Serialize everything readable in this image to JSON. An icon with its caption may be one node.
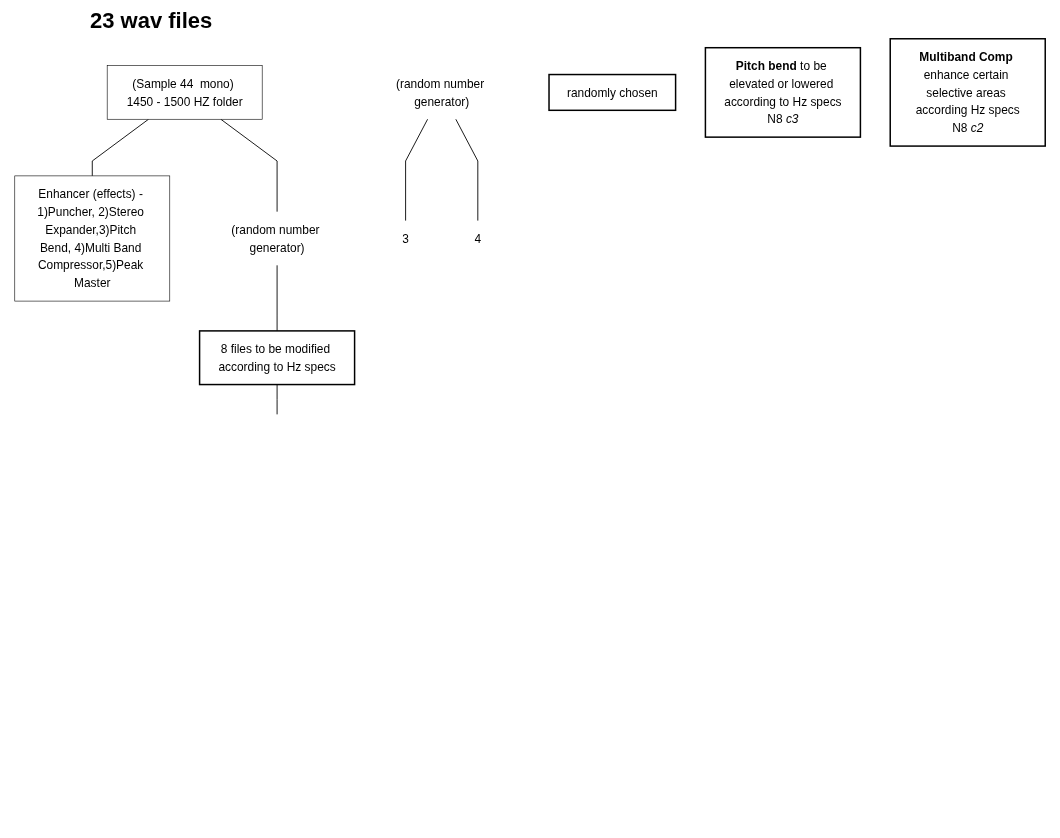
{
  "diagram": {
    "title": "23 wav files",
    "nodes": [
      {
        "text": [
          "(Sample 44  mono) 1450 - 1500 HZ folder"
        ]
      },
      {
        "text": [
          "Enhancer (effects) - 1)Puncher, 2)Stereo Expander,3)Pitch Bend, 4)Multi Band Compressor,5)Peak Master"
        ]
      },
      {
        "text": [
          "(random number generator)"
        ]
      },
      {
        "text": [
          "8 files to be modified according to Hz specs"
        ]
      },
      {
        "text": [
          "(random number generator)"
        ]
      },
      {
        "text": [
          "randomly chosen"
        ]
      },
      {
        "text": [
          "3"
        ]
      },
      {
        "text": [
          "4"
        ]
      },
      {
        "text": [
          "**Pitch bend** to be elevated or lowered according to Hz specs",
          "N8 *c3*"
        ]
      },
      {
        "text": [
          "**Multiband Comp** enhance certain selective areas according Hz specs",
          "N8 *c2*"
        ]
      }
    ],
    "edges": [
      {
        "from": 0,
        "to": 1,
        "arrow": "none"
      },
      {
        "from": 0,
        "to": 2,
        "arrow": "none"
      },
      {
        "from": 2,
        "to": 3,
        "arrow": "none"
      },
      {
        "from": 3,
        "to": null,
        "arrow": "none"
      },
      {
        "from": 4,
        "to": 6,
        "arrow": "none"
      },
      {
        "from": 4,
        "to": 7,
        "arrow": "none"
      }
    ]
  }
}
